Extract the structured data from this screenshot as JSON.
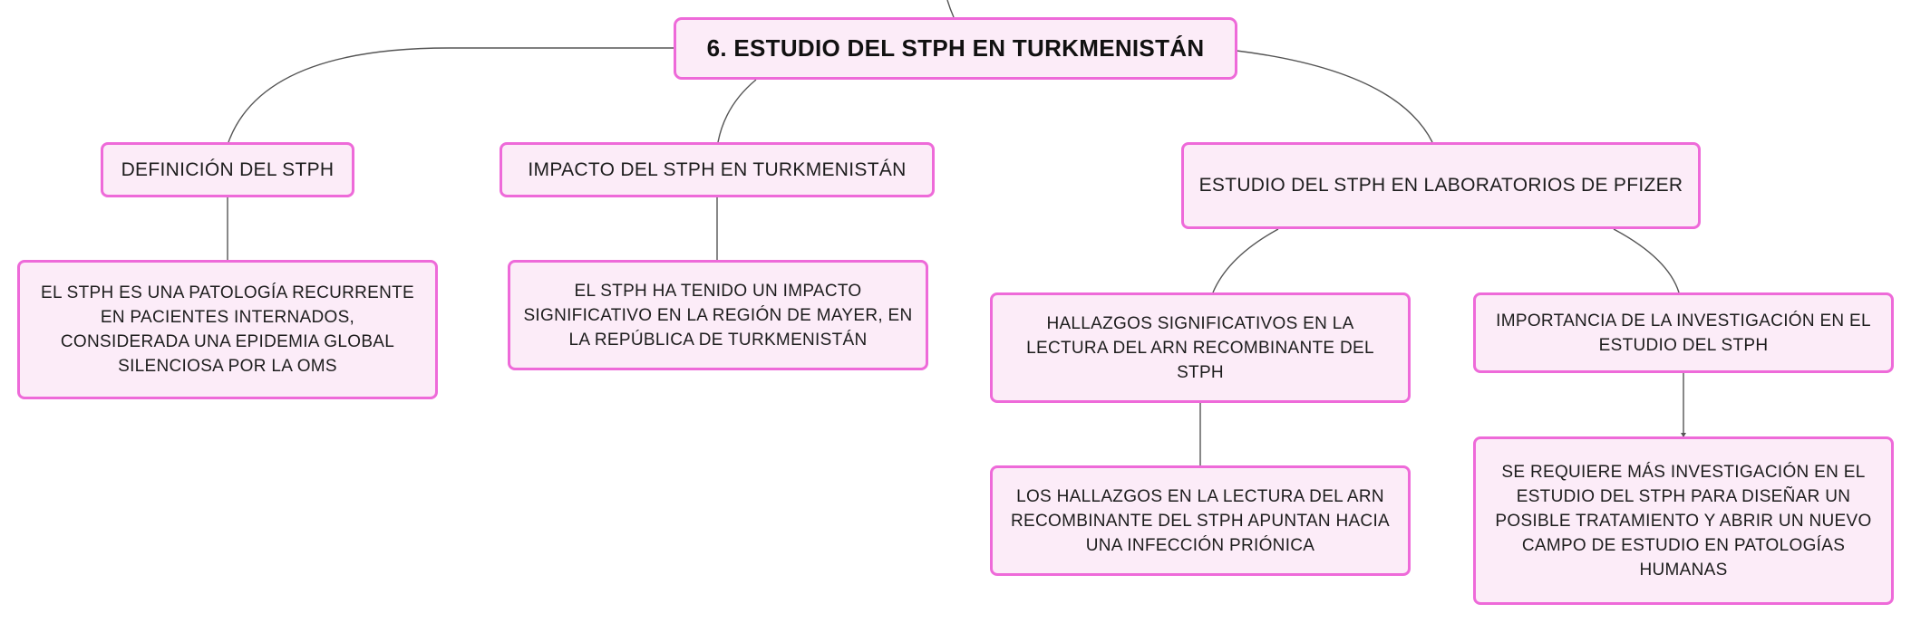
{
  "colors": {
    "node_fill": "#fcecf8",
    "node_border": "#ee6ad9",
    "connector": "#555555",
    "text": "#1d1d1d"
  },
  "root": {
    "text": "6. ESTUDIO DEL STPH EN TURKMENISTÁN"
  },
  "branches": [
    {
      "text": "DEFINICIÓN DEL STPH",
      "children": [
        {
          "text": "EL STPH ES UNA PATOLOGÍA RECURRENTE EN PACIENTES INTERNADOS, CONSIDERADA UNA EPIDEMIA GLOBAL SILENCIOSA POR LA OMS"
        }
      ]
    },
    {
      "text": "IMPACTO DEL STPH EN TURKMENISTÁN",
      "children": [
        {
          "text": "EL STPH HA TENIDO UN IMPACTO SIGNIFICATIVO EN LA REGIÓN DE MAYER, EN LA REPÚBLICA DE TURKMENISTÁN"
        }
      ]
    },
    {
      "text": "ESTUDIO DEL STPH EN LABORATORIOS DE PFIZER",
      "children": [
        {
          "text": "HALLAZGOS SIGNIFICATIVOS EN LA LECTURA DEL ARN RECOMBINANTE DEL STPH",
          "children": [
            {
              "text": "LOS HALLAZGOS EN LA LECTURA DEL ARN RECOMBINANTE DEL STPH APUNTAN HACIA UNA INFECCIÓN PRIÓNICA"
            }
          ]
        },
        {
          "text": "IMPORTANCIA DE LA INVESTIGACIÓN EN EL ESTUDIO DEL STPH",
          "children": [
            {
              "text": "SE REQUIERE MÁS INVESTIGACIÓN EN EL ESTUDIO DEL STPH PARA DISEÑAR UN POSIBLE TRATAMIENTO Y ABRIR UN NUEVO CAMPO DE ESTUDIO EN PATOLOGÍAS HUMANAS"
            }
          ]
        }
      ]
    }
  ]
}
